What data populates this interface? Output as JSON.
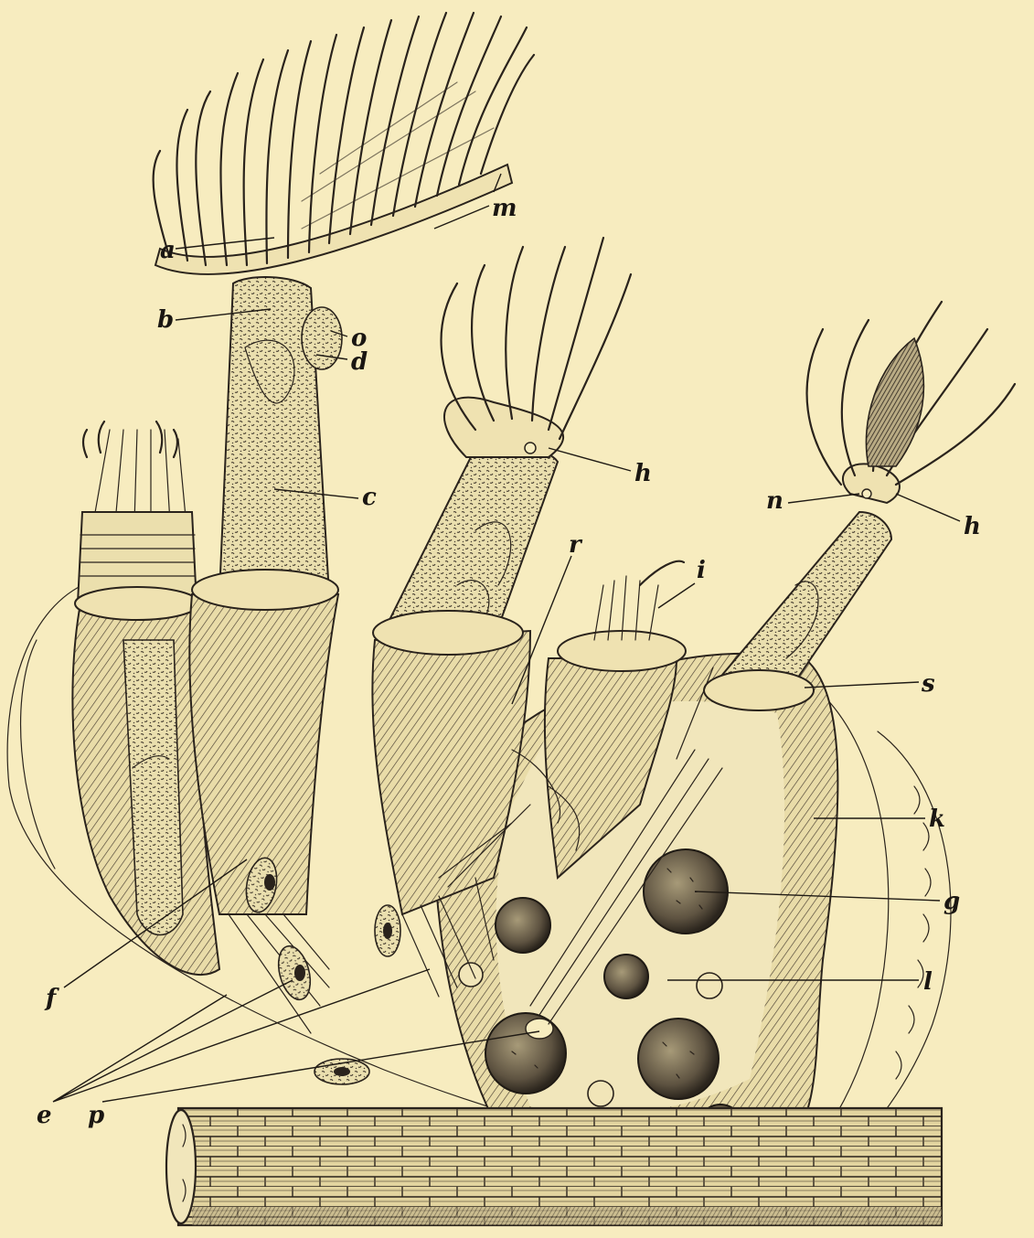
{
  "figure": {
    "labels": {
      "a": "a",
      "b": "b",
      "c": "c",
      "d": "d",
      "o": "o",
      "m": "m",
      "h1": "h",
      "h2": "h",
      "n": "n",
      "r": "r",
      "i": "i",
      "s": "s",
      "k": "k",
      "g": "g",
      "l": "l",
      "f": "f",
      "e": "e",
      "p": "p"
    },
    "colors": {
      "paper": "#f7ecbf",
      "ink": "#2a231c"
    }
  }
}
